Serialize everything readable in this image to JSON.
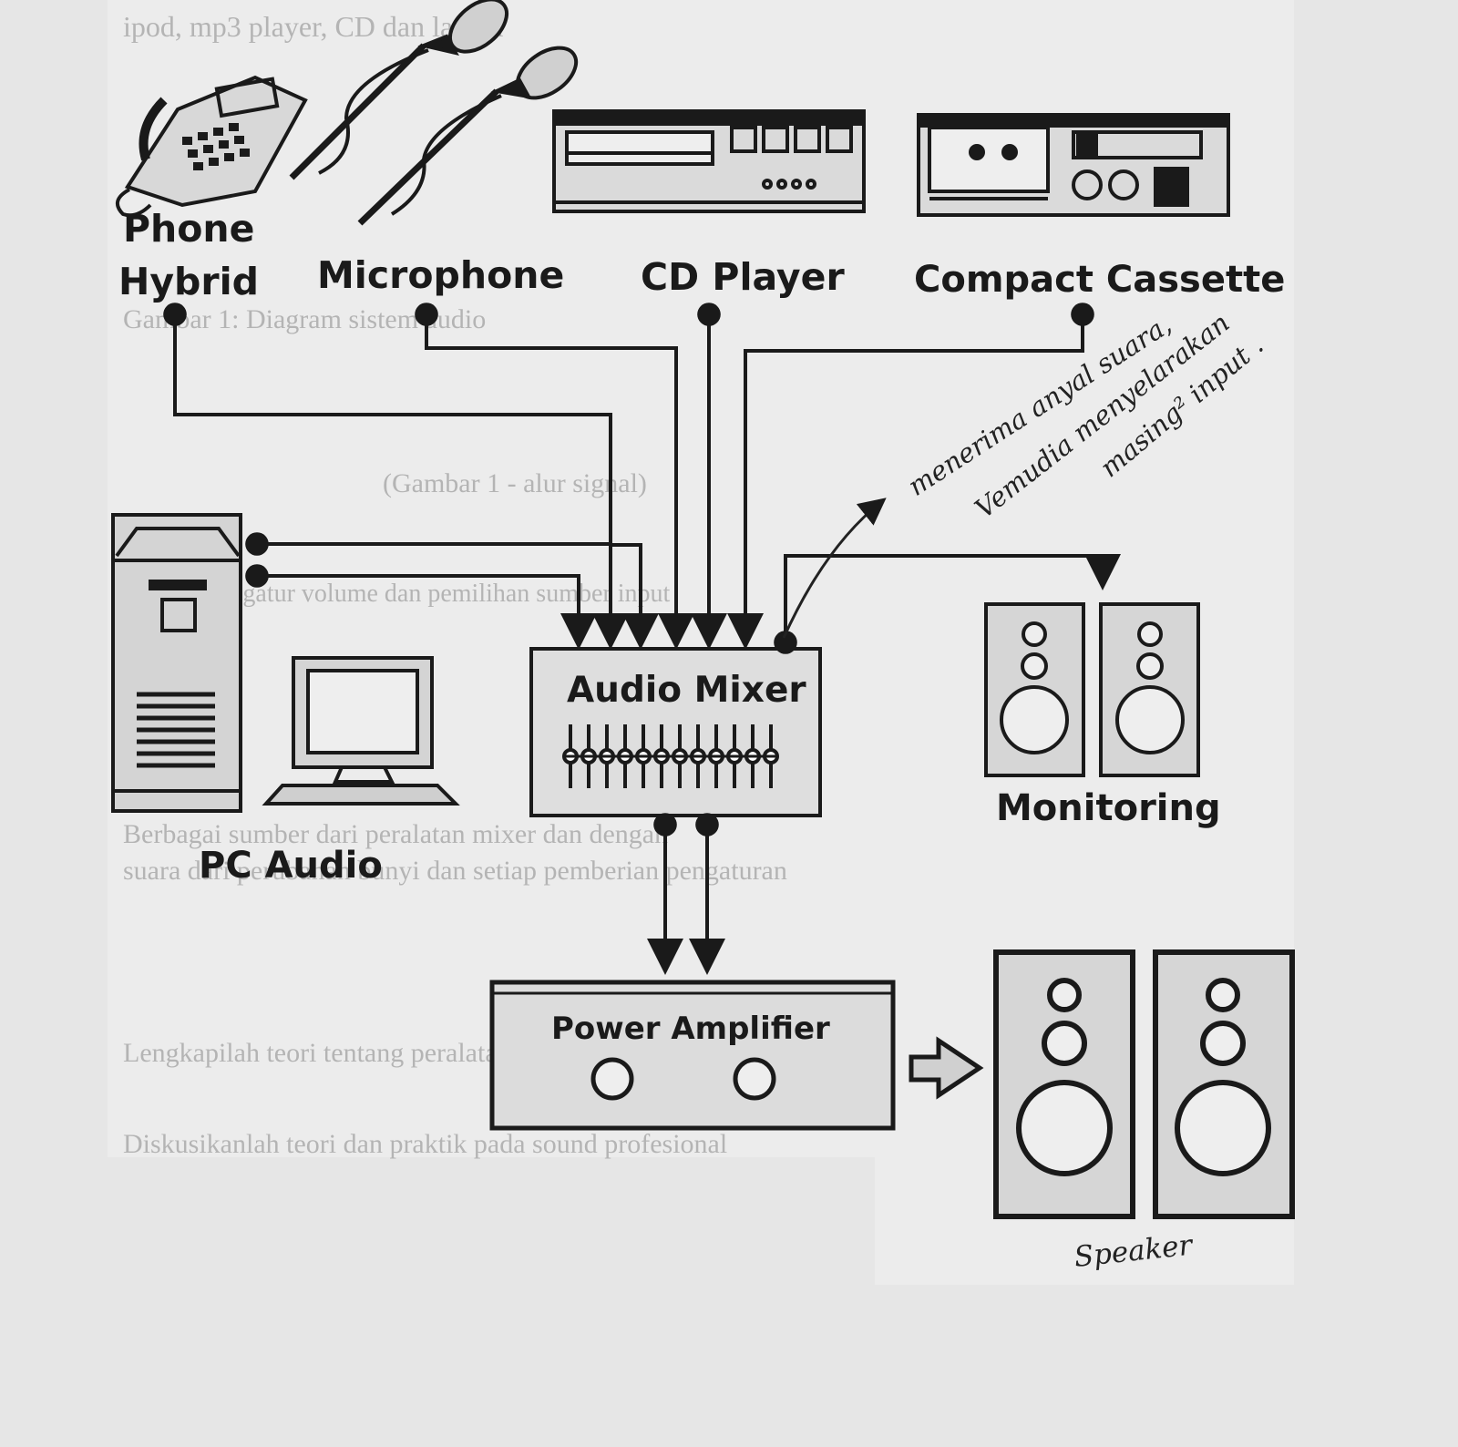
{
  "diagram": {
    "sources": [
      {
        "id": "phone",
        "lines": [
          "Phone",
          "Hybrid"
        ],
        "icon": "phone-icon"
      },
      {
        "id": "mic",
        "lines": [
          "Microphone"
        ],
        "icon": "microphone-icon"
      },
      {
        "id": "cd",
        "lines": [
          "CD Player"
        ],
        "icon": "cd-player-icon"
      },
      {
        "id": "cassette",
        "lines": [
          "Compact Cassette"
        ],
        "icon": "cassette-deck-icon"
      }
    ],
    "pc_label": "PC Audio",
    "mixer_label": "Audio Mixer",
    "monitoring_label": "Monitoring",
    "amplifier_label": "Power Amplifier",
    "speaker_note": "Speaker",
    "mixer_note": [
      "menerima anyal suara,",
      "Vemudia menyelarakan",
      "masing² input ."
    ],
    "faint_text": [
      "ipod, mp3 player, CD dan lainya",
      "Gambar 1: Diagram sistem audio",
      "(Gambar 1 - alur signal)",
      "sebagai pengatur volume dan pemilihan sumber input",
      "Berbagai sumber dari peralatan mixer dan dengan",
      "suara dari perubahan bunyi dan setiap pemberian pengaturan",
      "Lengkapilah teori tentang peralatan pada sound system",
      "Diskusikanlah teori dan praktik pada sound profesional"
    ]
  },
  "colors": {
    "ink": "#1a1a1a",
    "paper": "#e6e6e6",
    "faint": "#b4b4b4"
  }
}
